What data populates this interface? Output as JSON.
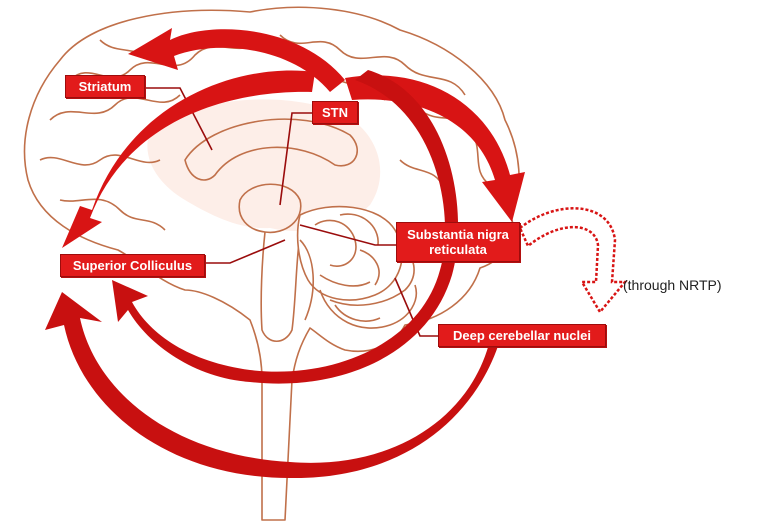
{
  "labels": {
    "striatum": "Striatum",
    "stn": "STN",
    "snr_line1": "Substantia nigra",
    "snr_line2": "reticulata",
    "superior_colliculus": "Superior Colliculus",
    "deep_cerebellar": "Deep cerebellar nuclei",
    "nrtp_note": "(through NRTP)"
  },
  "colors": {
    "arrow_red": "#d81414",
    "arrow_dark": "#a80c0c",
    "brain_outline": "#c0704a",
    "brain_fill": "#fdeee8",
    "label_bg": "#e21b1b"
  }
}
